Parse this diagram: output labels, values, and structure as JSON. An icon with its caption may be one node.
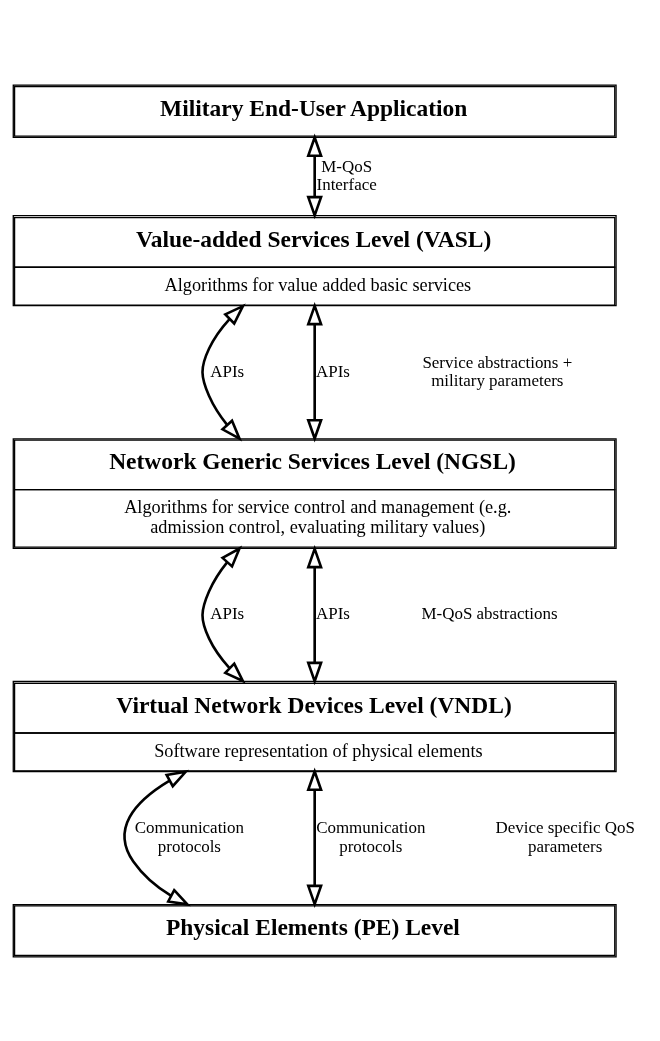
{
  "diagram": {
    "nodes": [
      {
        "text": [
          "Military End-User Application"
        ]
      },
      {
        "text": [
          "Value-added Services Level (VASL)",
          "Algorithms for value added basic services"
        ]
      },
      {
        "text": [
          "Network Generic Services Level (NGSL)",
          "Algorithms for service control and management (e.g. admission control, evaluating military values)"
        ]
      },
      {
        "text": [
          "Virtual Network Devices Level (VNDL)",
          "Software representation of physical elements"
        ]
      },
      {
        "text": [
          "Physical Elements (PE) Level"
        ]
      }
    ],
    "edges": [
      {
        "from": 0,
        "to": 1,
        "arrow": "both",
        "label": "M-QoS Interface"
      },
      {
        "from": 1,
        "to": 2,
        "arrow": "both",
        "label": "APIs"
      },
      {
        "from": 1,
        "to": 2,
        "arrow": "both",
        "label": "APIs"
      },
      {
        "from": 2,
        "to": 3,
        "arrow": "both",
        "label": "APIs"
      },
      {
        "from": 2,
        "to": 3,
        "arrow": "both",
        "label": "APIs"
      },
      {
        "from": 3,
        "to": 4,
        "arrow": "both",
        "label": "Communication protocols"
      },
      {
        "from": 3,
        "to": 4,
        "arrow": "both",
        "label": "Communication protocols"
      }
    ],
    "labels": [
      "Service abstractions + military parameters",
      "M-QoS abstractions",
      "Device specific QoS parameters"
    ]
  }
}
